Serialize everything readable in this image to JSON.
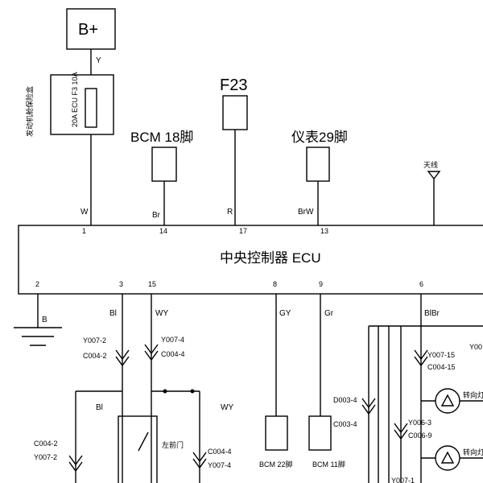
{
  "power": {
    "label": "B+",
    "wire": "Y"
  },
  "fuse": {
    "vertical_label": "发动机舱保险盒",
    "inner_label": "20A ECU F3 10A"
  },
  "bcm18": {
    "label": "BCM 18脚",
    "wire": "Br"
  },
  "f23": {
    "label": "F23",
    "wire": "R"
  },
  "meter29": {
    "label": "仪表29脚",
    "wire": "BrW"
  },
  "antenna": {
    "label": "天线"
  },
  "ecu": {
    "title": "中央控制器 ECU",
    "top_pins": [
      "1",
      "14",
      "17",
      "13"
    ],
    "bottom_pins": [
      "2",
      "3",
      "15",
      "8",
      "9",
      "6"
    ]
  },
  "wires": {
    "w1": "W",
    "ground": "B",
    "pin3": "Bl",
    "pin15": "WY",
    "pin8": "GY",
    "pin9": "Gr",
    "pin6": "BlBr",
    "bl_low": "Bl",
    "wy_low": "WY"
  },
  "connectors": {
    "y007_2": "Y007-2",
    "c004_2": "C004-2",
    "y007_4": "Y007-4",
    "c004_4": "C004-4",
    "y007_15": "Y007-15",
    "c004_15": "C004-15",
    "d003_4": "D003-4",
    "c003_4": "C003-4",
    "y006_3": "Y006-3",
    "c006_9": "C006-9",
    "c004_2b": "C004-2",
    "y007_2b": "Y007-2",
    "c004_4b": "C004-4",
    "y007_4b": "Y007-4",
    "ycut": "Y00",
    "ycut2": "Y007-1"
  },
  "switch": {
    "label": "左前门"
  },
  "outputs": {
    "bcm22": "BCM 22脚",
    "bcm11": "BCM 11脚"
  },
  "lamps": {
    "l1": "转向灯",
    "l2": "转向灯"
  }
}
